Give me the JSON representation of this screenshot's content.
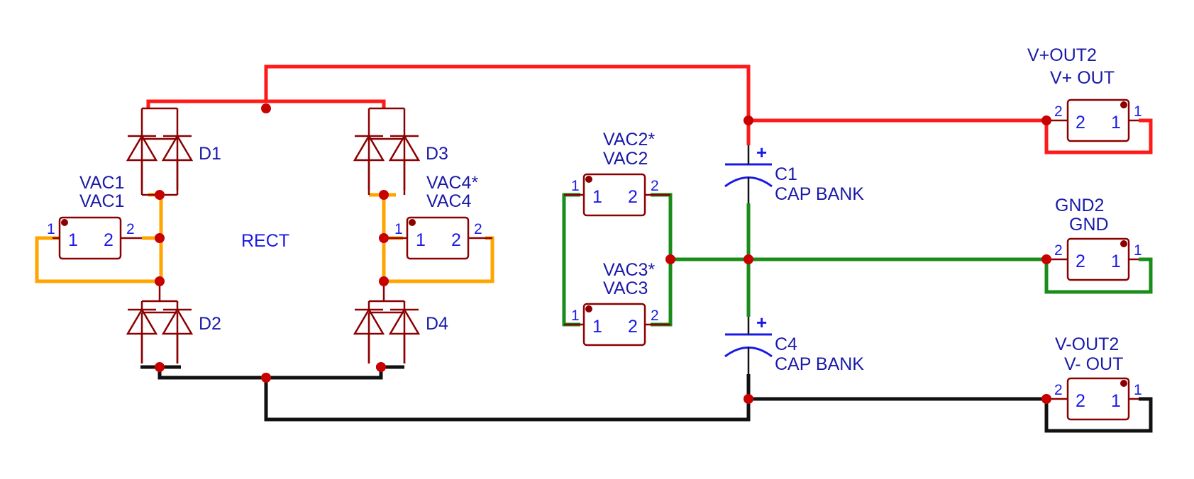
{
  "colors": {
    "positive_net": "#ff1a1a",
    "ac_net": "#ffa500",
    "ground_net": "#1a8c1a",
    "negative_net": "#111111",
    "component": "#8b0000",
    "label": "#1a1aa8",
    "pin_number": "#1a1ae6",
    "junction": "#c80000"
  },
  "net_label": {
    "rect": "RECT"
  },
  "diodes": {
    "d1": {
      "ref": "D1"
    },
    "d2": {
      "ref": "D2"
    },
    "d3": {
      "ref": "D3"
    },
    "d4": {
      "ref": "D4"
    }
  },
  "connectors": {
    "vac1": {
      "ref": "VAC1",
      "value": "VAC1",
      "pin_a": "1",
      "pin_b": "2"
    },
    "vac4": {
      "ref": "VAC4*",
      "value": "VAC4",
      "pin_a": "1",
      "pin_b": "2"
    },
    "vac2": {
      "ref": "VAC2*",
      "value": "VAC2",
      "pin_a": "1",
      "pin_b": "2"
    },
    "vac3": {
      "ref": "VAC3*",
      "value": "VAC3",
      "pin_a": "1",
      "pin_b": "2"
    },
    "vout_pos": {
      "ref": "V+OUT2",
      "value": "V+ OUT",
      "pin_a": "2",
      "pin_b": "1"
    },
    "gnd": {
      "ref": "GND2",
      "value": "GND",
      "pin_a": "2",
      "pin_b": "1"
    },
    "vout_neg": {
      "ref": "V-OUT2",
      "value": "V- OUT",
      "pin_a": "2",
      "pin_b": "1"
    }
  },
  "capacitors": {
    "c1": {
      "ref": "C1",
      "value": "CAP BANK",
      "polarity": "+"
    },
    "c4": {
      "ref": "C4",
      "value": "CAP BANK",
      "polarity": "+"
    }
  }
}
